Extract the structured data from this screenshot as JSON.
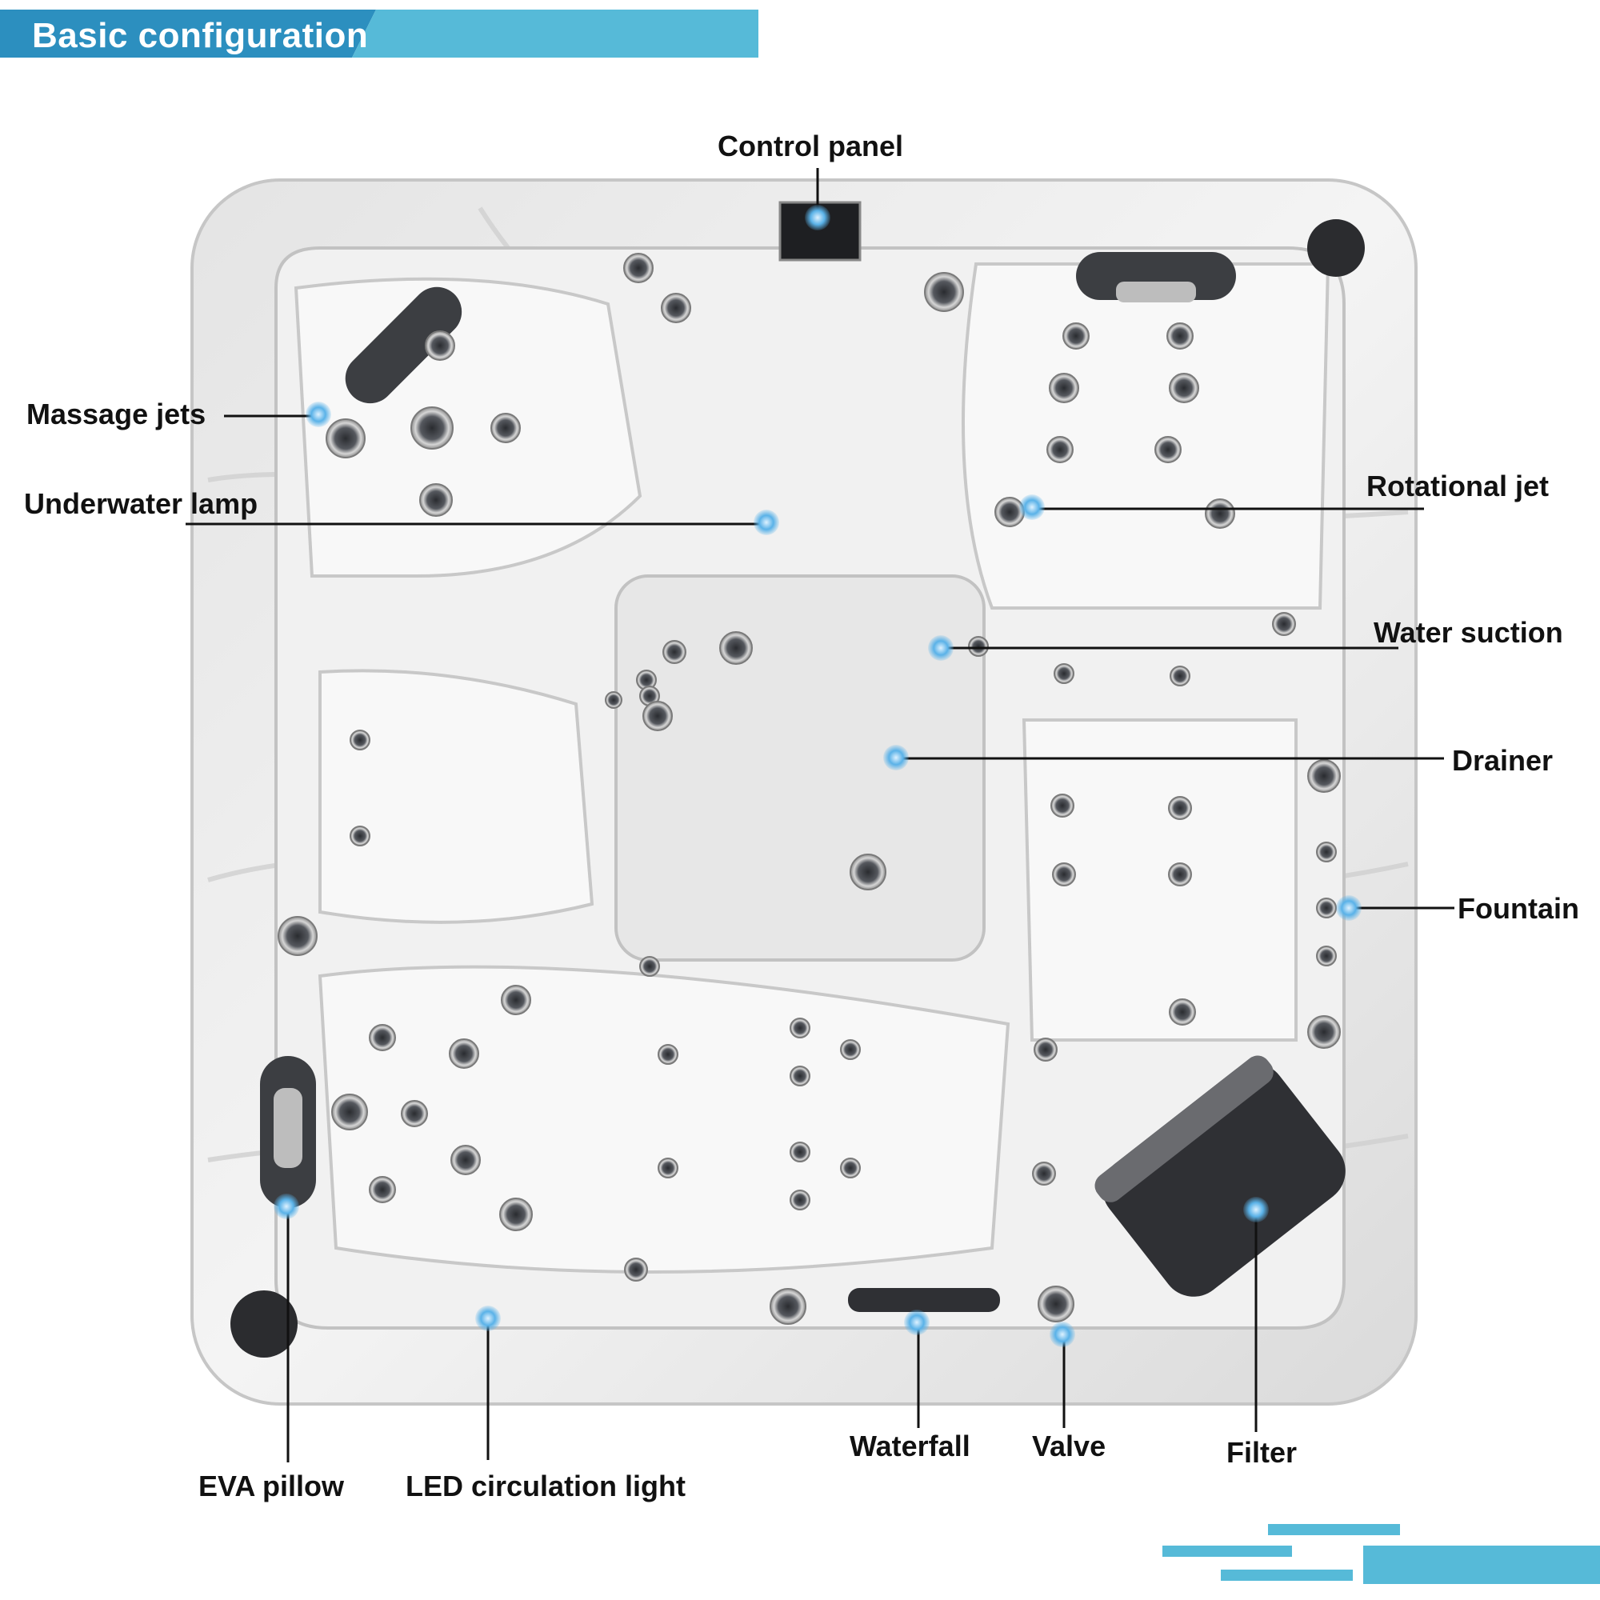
{
  "header": {
    "title": "Basic configuration",
    "color": "#56BAD8"
  },
  "accent": {
    "callout_dot": "#5AB2E8",
    "leader_line": "#111111",
    "shell_white": "#F3F3F3",
    "shell_marble": "#CFCFCF",
    "fixture_dark": "#3C3E42",
    "deco_bar": "#56BAD8"
  },
  "callouts": {
    "control_panel": "Control panel",
    "massage_jets": "Massage jets",
    "underwater_lamp": "Underwater lamp",
    "rotational_jet": "Rotational jet",
    "water_suction": "Water suction",
    "drainer": "Drainer",
    "fountain": "Fountain",
    "eva_pillow": "EVA pillow",
    "led_circulation_light": "LED circulation light",
    "waterfall": "Waterfall",
    "valve": "Valve",
    "filter": "Filter"
  }
}
